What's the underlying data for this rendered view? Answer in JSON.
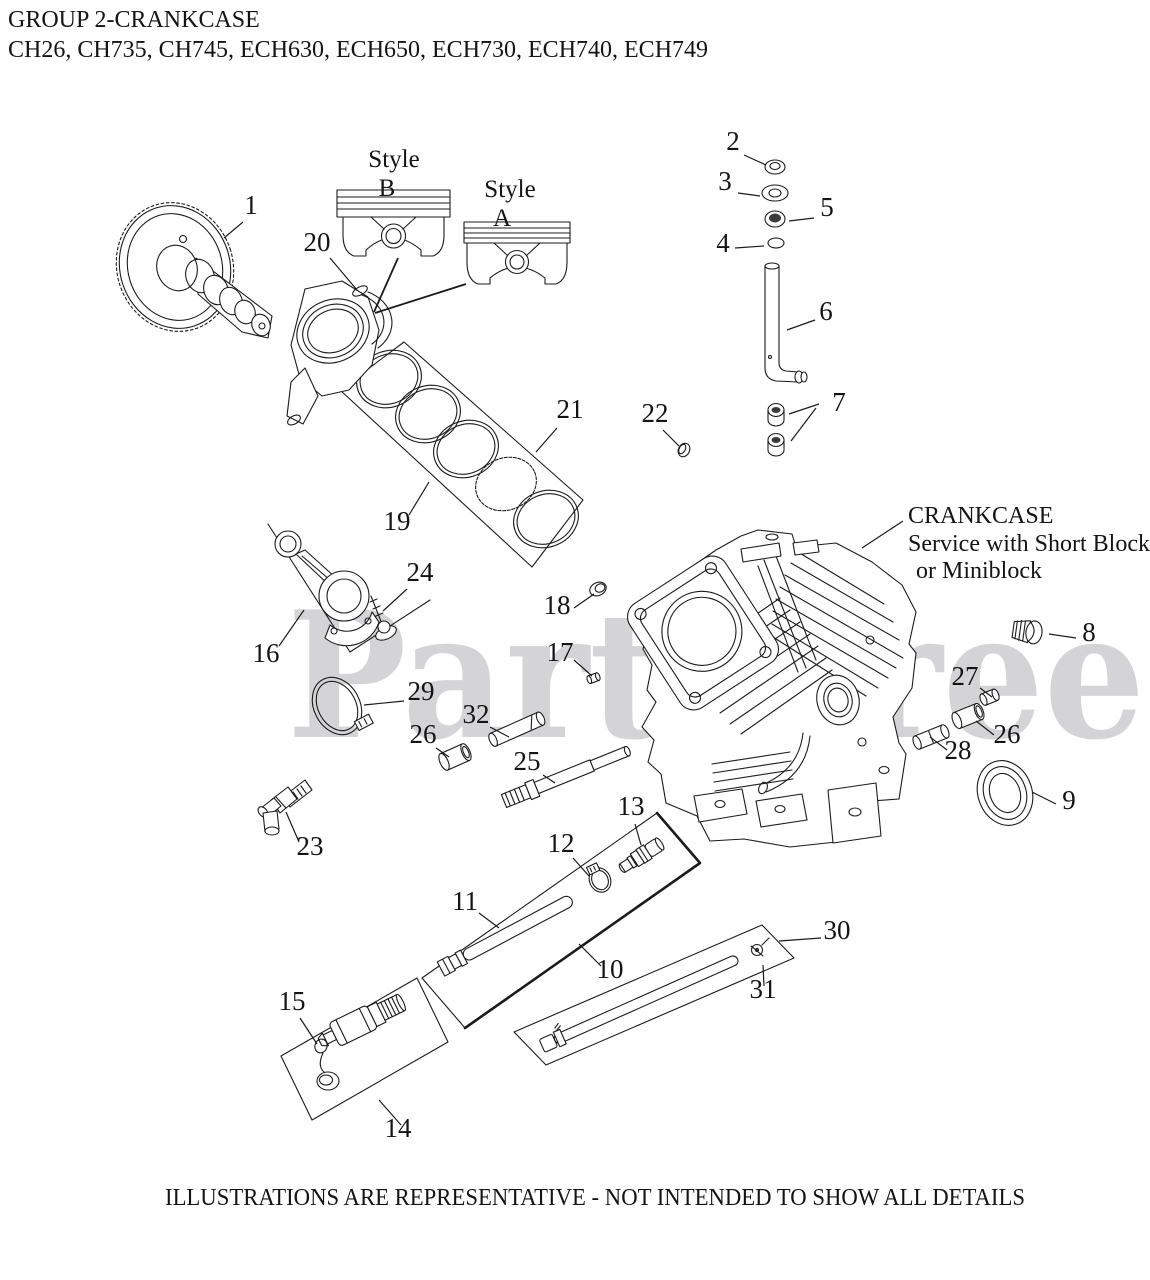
{
  "header": {
    "line1": "GROUP 2-CRANKCASE",
    "line2": "CH26, CH735, CH745, ECH630, ECH650, ECH730, ECH740, ECH749"
  },
  "watermark": {
    "text": "PartsTree"
  },
  "labels": {
    "style_word": "Style",
    "style_b": "B",
    "style_a": "A",
    "crankcase_line1": "CRANKCASE",
    "crankcase_line2": "Service with Short Block",
    "crankcase_line3": "or Miniblock"
  },
  "callouts": {
    "c1": "1",
    "c2": "2",
    "c3": "3",
    "c4": "4",
    "c5": "5",
    "c6": "6",
    "c7": "7",
    "c8": "8",
    "c9": "9",
    "c10": "10",
    "c11": "11",
    "c12": "12",
    "c13": "13",
    "c14": "14",
    "c15": "15",
    "c16": "16",
    "c17": "17",
    "c18": "18",
    "c19": "19",
    "c20": "20",
    "c21": "21",
    "c22": "22",
    "c23": "23",
    "c24": "24",
    "c25": "25",
    "c26": "26",
    "c27": "27",
    "c28": "28",
    "c29": "29",
    "c30": "30",
    "c31": "31",
    "c32": "32"
  },
  "footer": {
    "note": "ILLUSTRATIONS ARE REPRESENTATIVE - NOT INTENDED TO SHOW ALL DETAILS"
  },
  "colors": {
    "line": "#1b1b1b",
    "watermark": "#d4d4d6",
    "background": "#ffffff"
  }
}
